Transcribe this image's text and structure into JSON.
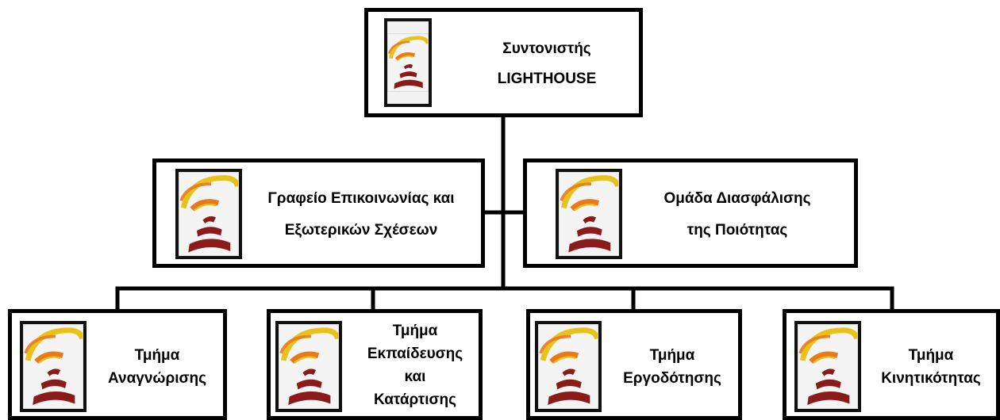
{
  "coordinator": {
    "line1": "Συντονιστής",
    "line2": "LIGHTHOUSE"
  },
  "offices": {
    "communications": {
      "line1": "Γραφείο Επικοινωνίας και",
      "line2": "Εξωτερικών Σχέσεων"
    },
    "quality": {
      "line1": "Ομάδα Διασφάλισης",
      "line2": "της Ποιότητας"
    }
  },
  "departments": [
    {
      "lines": [
        "Τμήμα",
        "Αναγνώρισης"
      ]
    },
    {
      "lines": [
        "Τμήμα",
        "Εκπαίδευσης",
        "και",
        "Κατάρτισης"
      ]
    },
    {
      "lines": [
        "Τμήμα",
        "Εργοδότησης"
      ]
    },
    {
      "lines": [
        "Τμήμα",
        "Κινητικότητας"
      ]
    }
  ],
  "colors": {
    "border": "#000000",
    "logo_arc_yellow": "#e8c21a",
    "logo_arc_orange": "#e87a1a",
    "logo_stripes": "#8b1a1a"
  },
  "icon": "lighthouse-logo-icon"
}
